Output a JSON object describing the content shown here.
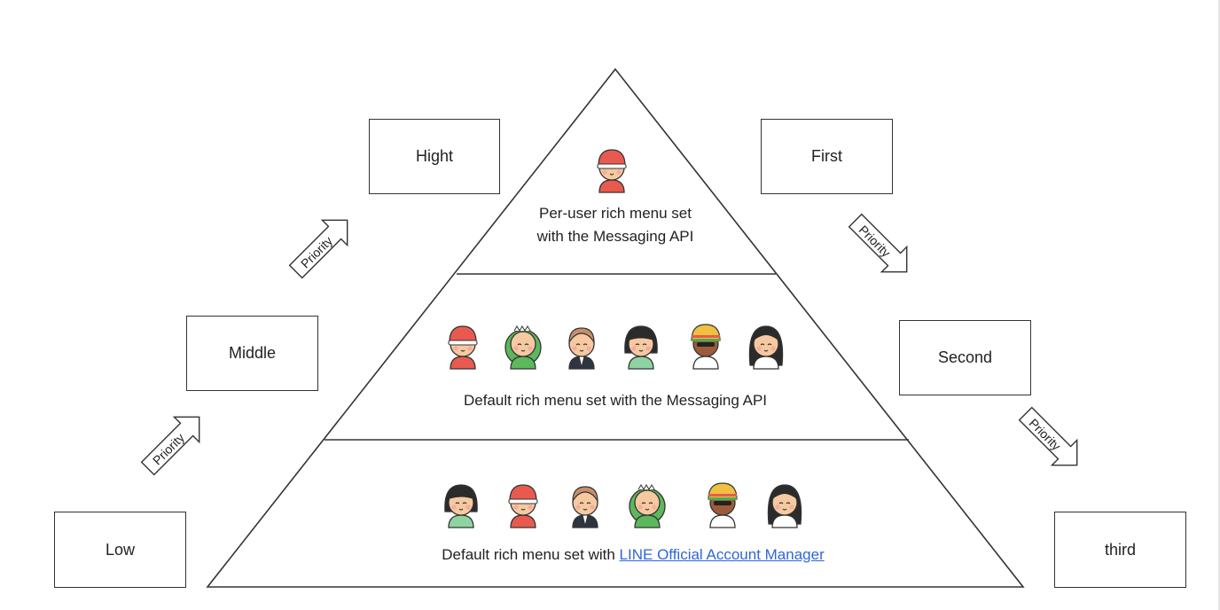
{
  "priority_boxes_left": {
    "high": "Hight",
    "middle": "Middle",
    "low": "Low"
  },
  "order_boxes_right": {
    "first": "First",
    "second": "Second",
    "third": "third"
  },
  "arrow_label": "Priority",
  "tiers": {
    "top": {
      "line1": "Per-user rich menu set",
      "line2": "with the Messaging API"
    },
    "middle": {
      "caption": "Default rich menu set with the Messaging API"
    },
    "bottom": {
      "caption_prefix": "Default rich menu set with ",
      "link_text": "LINE Official Account Manager"
    }
  },
  "avatars": {
    "top": [
      "cap-kid"
    ],
    "middle": [
      "cap-kid",
      "dino-kid",
      "suit-man",
      "bob-girl",
      "rasta-man",
      "long-hair-girl"
    ],
    "bottom": [
      "bob-girl",
      "cap-kid",
      "suit-man",
      "dino-kid",
      "rasta-man",
      "long-hair-girl"
    ]
  },
  "colors": {
    "link": "#2f66d8",
    "line": "#333333",
    "skin": "#f6c9a0",
    "cap_red": "#e85a4f",
    "dino_green": "#5cb85c",
    "hair_dark": "#2b2b2b",
    "hair_brown": "#c98d6b"
  }
}
